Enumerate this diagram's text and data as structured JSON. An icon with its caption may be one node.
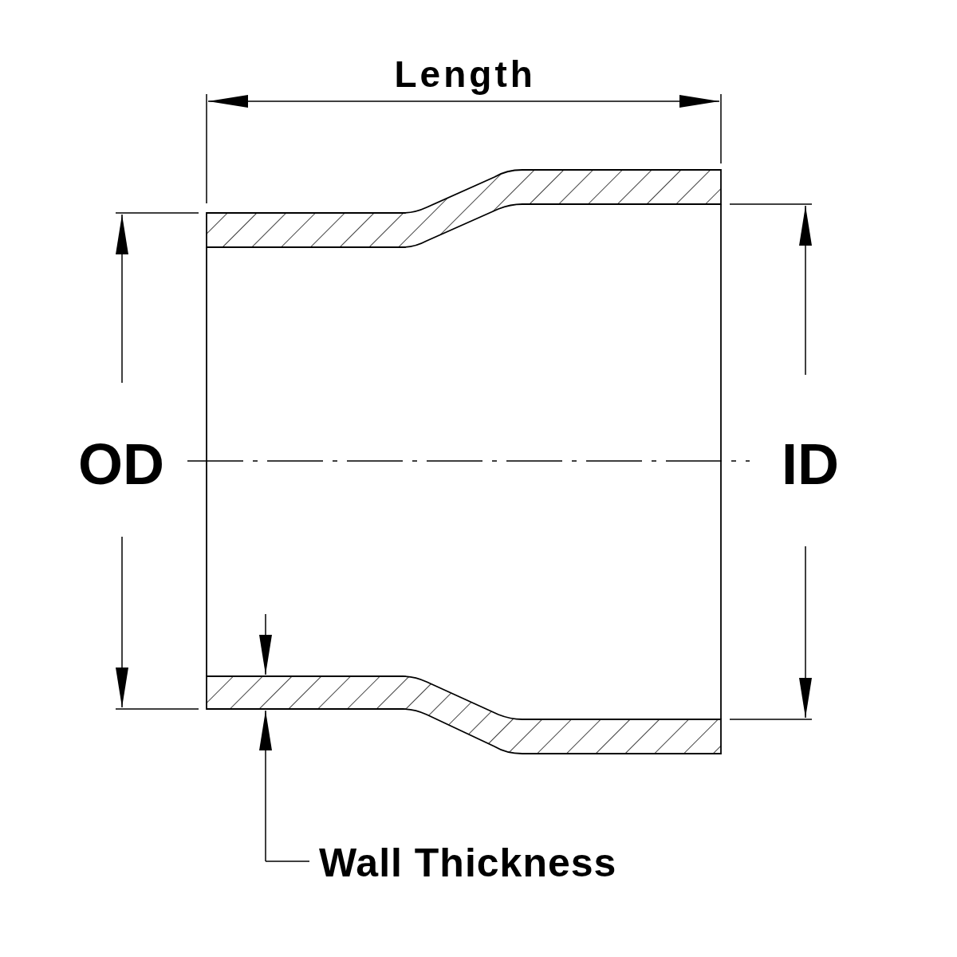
{
  "diagram": {
    "labels": [
      "Length",
      "OD",
      "ID",
      "Wall Thickness"
    ]
  }
}
